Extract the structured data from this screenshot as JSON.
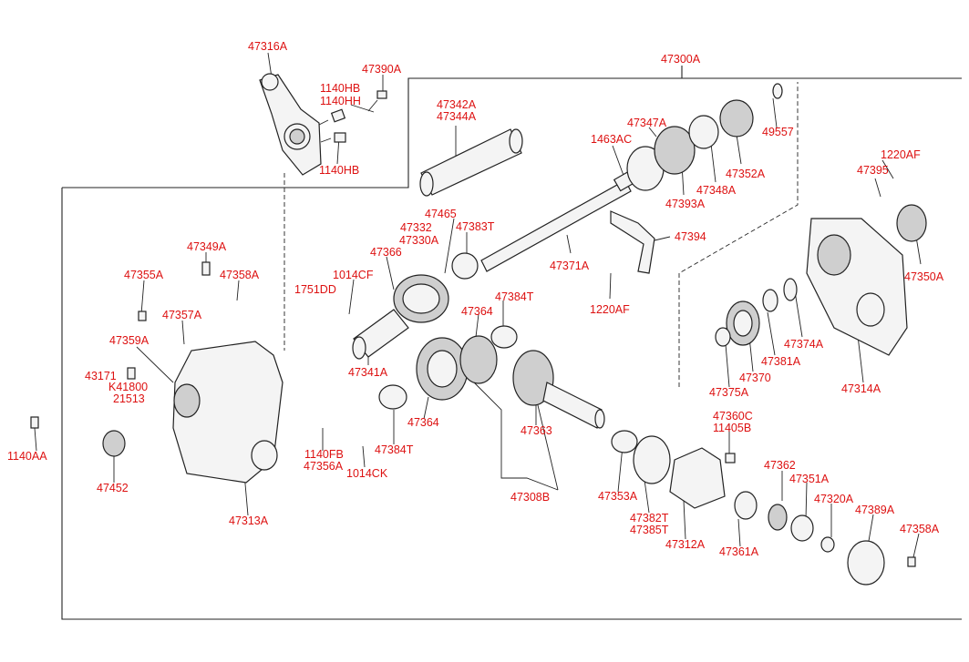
{
  "colors": {
    "label": "#dd1111",
    "line": "#222222",
    "background": "#ffffff"
  },
  "labels": {
    "p47316A": "47316A",
    "p47390A": "47390A",
    "p1140HB_a": "1140HB",
    "p1140HH": "1140HH",
    "p1140HB_b": "1140HB",
    "p47300A": "47300A",
    "p47342A": "47342A",
    "p47344A": "47344A",
    "p47347A": "47347A",
    "p1463AC": "1463AC",
    "p49557": "49557",
    "p47352A": "47352A",
    "p47348A": "47348A",
    "p47393A": "47393A",
    "p1220AF_a": "1220AF",
    "p47395": "47395",
    "p47465": "47465",
    "p47332": "47332",
    "p47330A": "47330A",
    "p47383T": "47383T",
    "p47394": "47394",
    "p47366": "47366",
    "p1014CF": "1014CF",
    "p47371A": "47371A",
    "p47350A": "47350A",
    "p47349A": "47349A",
    "p47355A": "47355A",
    "p47358A_a": "47358A",
    "p1751DD": "1751DD",
    "p47384T_a": "47384T",
    "p1220AF_b": "1220AF",
    "p47357A": "47357A",
    "p47364_a": "47364",
    "p47374A": "47374A",
    "p47359A": "47359A",
    "p47341A": "47341A",
    "p47381A": "47381A",
    "p43171": "43171",
    "pK41800": "K41800",
    "p21513": "21513",
    "p47370": "47370",
    "p47375A": "47375A",
    "p47314A": "47314A",
    "p47364_b": "47364",
    "p47363": "47363",
    "p47360C": "47360C",
    "p11405B": "11405B",
    "p1140AA": "1140AA",
    "p47384T_b": "47384T",
    "p1140FB": "1140FB",
    "p47356A": "47356A",
    "p1014CK": "1014CK",
    "p47452": "47452",
    "p47362": "47362",
    "p47351A": "47351A",
    "p47308B": "47308B",
    "p47353A": "47353A",
    "p47320A": "47320A",
    "p47389A": "47389A",
    "p47382T": "47382T",
    "p47385T": "47385T",
    "p47358A_b": "47358A",
    "p47313A": "47313A",
    "p47312A": "47312A",
    "p47361A": "47361A"
  }
}
